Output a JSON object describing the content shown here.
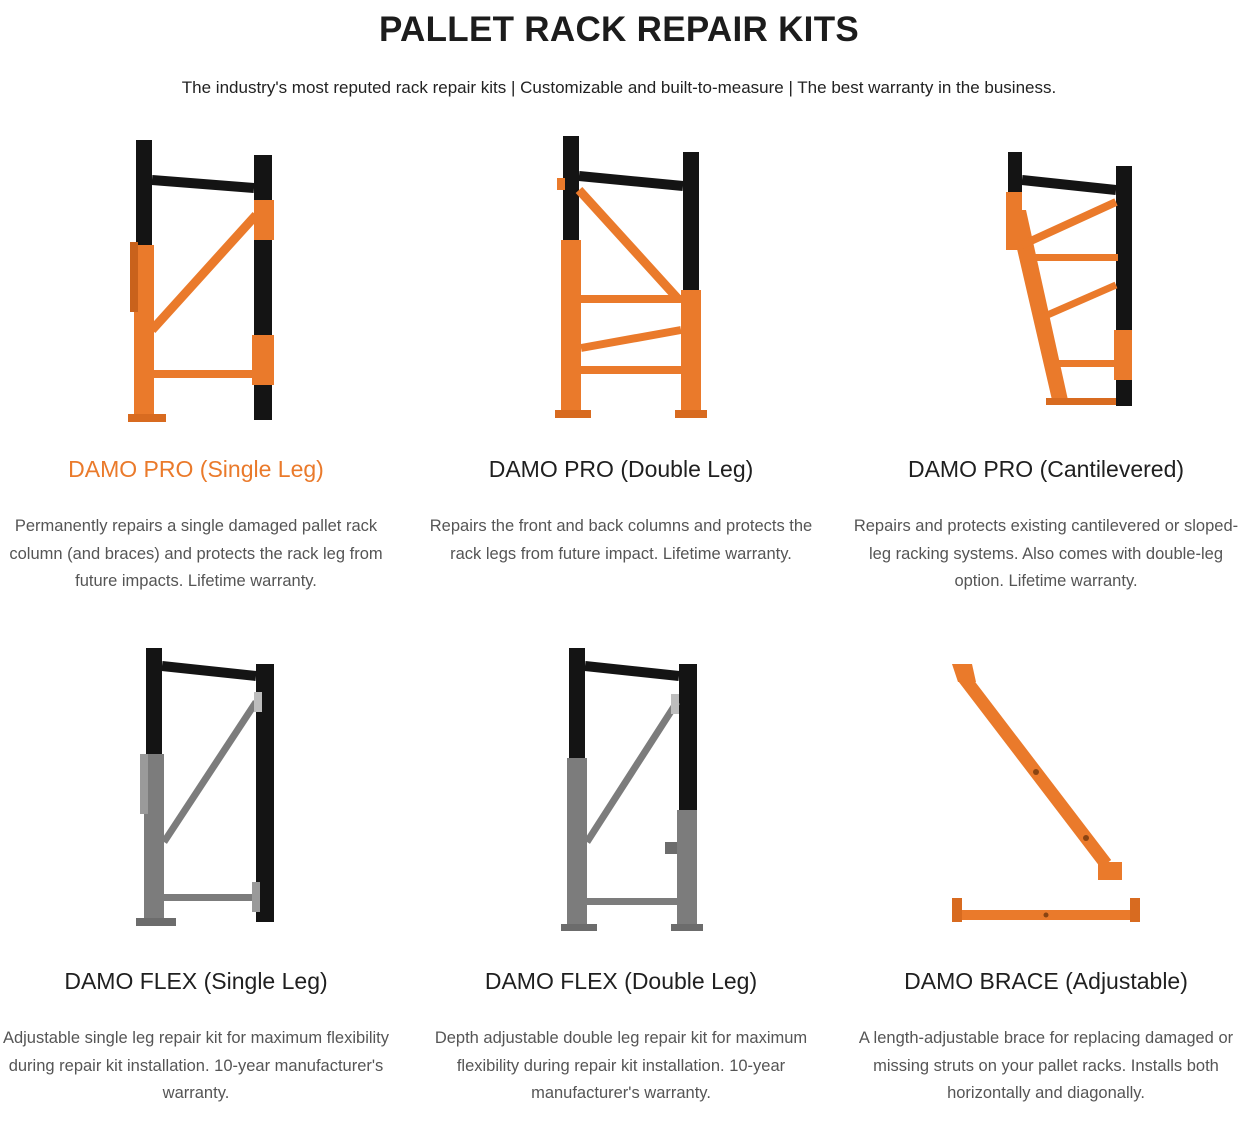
{
  "header": {
    "title": "PALLET RACK REPAIR KITS",
    "subtitle": "The industry's most reputed rack repair kits | Customizable and built-to-measure | The best warranty in the business."
  },
  "colors": {
    "accent": "#ea7a2b",
    "steel_black": "#141414",
    "steel_gray": "#7c7c7c"
  },
  "products": [
    {
      "name": "DAMO PRO (Single Leg)",
      "description": "Permanently repairs a single damaged pallet rack column (and braces) and protects the rack leg from future impacts. Lifetime warranty.",
      "image_icon": "single-leg-repair-kit-orange"
    },
    {
      "name": "DAMO PRO (Double Leg)",
      "description": "Repairs the front and back columns and protects the rack legs from future impact. Lifetime warranty.",
      "image_icon": "double-leg-repair-kit-orange"
    },
    {
      "name": "DAMO PRO (Cantilevered)",
      "description": "Repairs and protects existing cantilevered or sloped-leg racking systems. Also comes with double-leg option. Lifetime warranty.",
      "image_icon": "cantilevered-repair-kit-orange"
    },
    {
      "name": "DAMO FLEX (Single Leg)",
      "description": "Adjustable single leg repair kit for maximum flexibility during repair kit installation. 10-year manufacturer's warranty.",
      "image_icon": "single-leg-flex-kit-gray"
    },
    {
      "name": "DAMO FLEX (Double Leg)",
      "description": "Depth adjustable double leg repair kit for maximum flexibility during repair kit installation. 10-year manufacturer's warranty.",
      "image_icon": "double-leg-flex-kit-gray"
    },
    {
      "name": "DAMO BRACE (Adjustable)",
      "description": "A length-adjustable brace for replacing damaged or missing struts on your pallet racks. Installs both horizontally and diagonally.",
      "image_icon": "adjustable-brace-orange"
    }
  ]
}
